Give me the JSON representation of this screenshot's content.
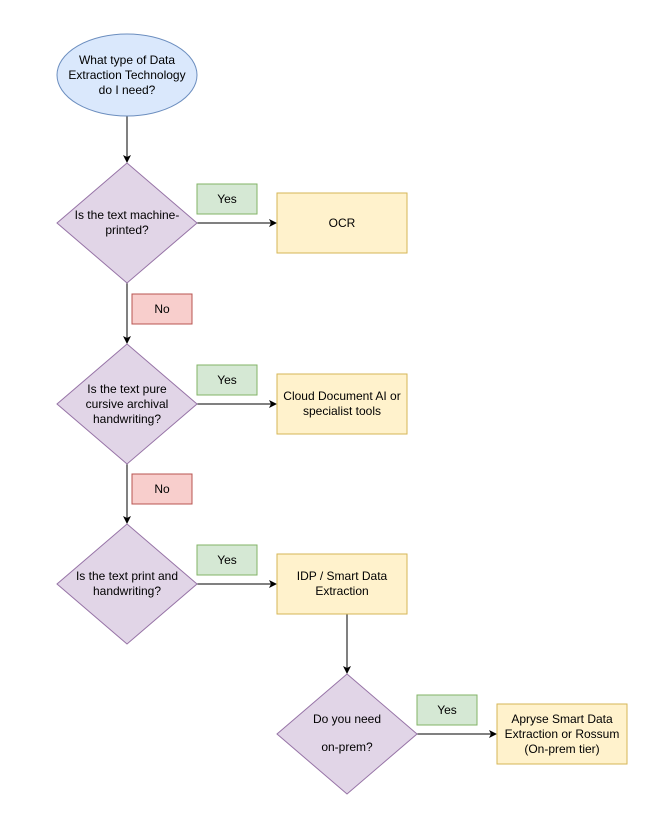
{
  "colors": {
    "start_fill": "#dae8fc",
    "start_stroke": "#6c8ebf",
    "decision_fill": "#e1d5e7",
    "decision_stroke": "#9673a6",
    "result_fill": "#fff2cc",
    "result_stroke": "#d6b656",
    "yes_fill": "#d5e8d4",
    "no_fill": "#f8cecc",
    "edge": "#000000"
  },
  "start": {
    "label": "What type of Data Extraction Technology do I need?"
  },
  "decisions": [
    {
      "label": "Is the text machine-printed?"
    },
    {
      "label": "Is the text pure cursive archival handwriting?"
    },
    {
      "label": "Is the text print and handwriting?"
    },
    {
      "line1": "Do you need",
      "line2": "on-prem?"
    }
  ],
  "results": [
    {
      "label": "OCR"
    },
    {
      "label": "Cloud Document AI or specialist tools"
    },
    {
      "label": "IDP / Smart Data Extraction"
    },
    {
      "label": "Apryse Smart Data Extraction or Rossum (On-prem tier)"
    }
  ],
  "tags": {
    "yes": "Yes",
    "no": "No"
  }
}
